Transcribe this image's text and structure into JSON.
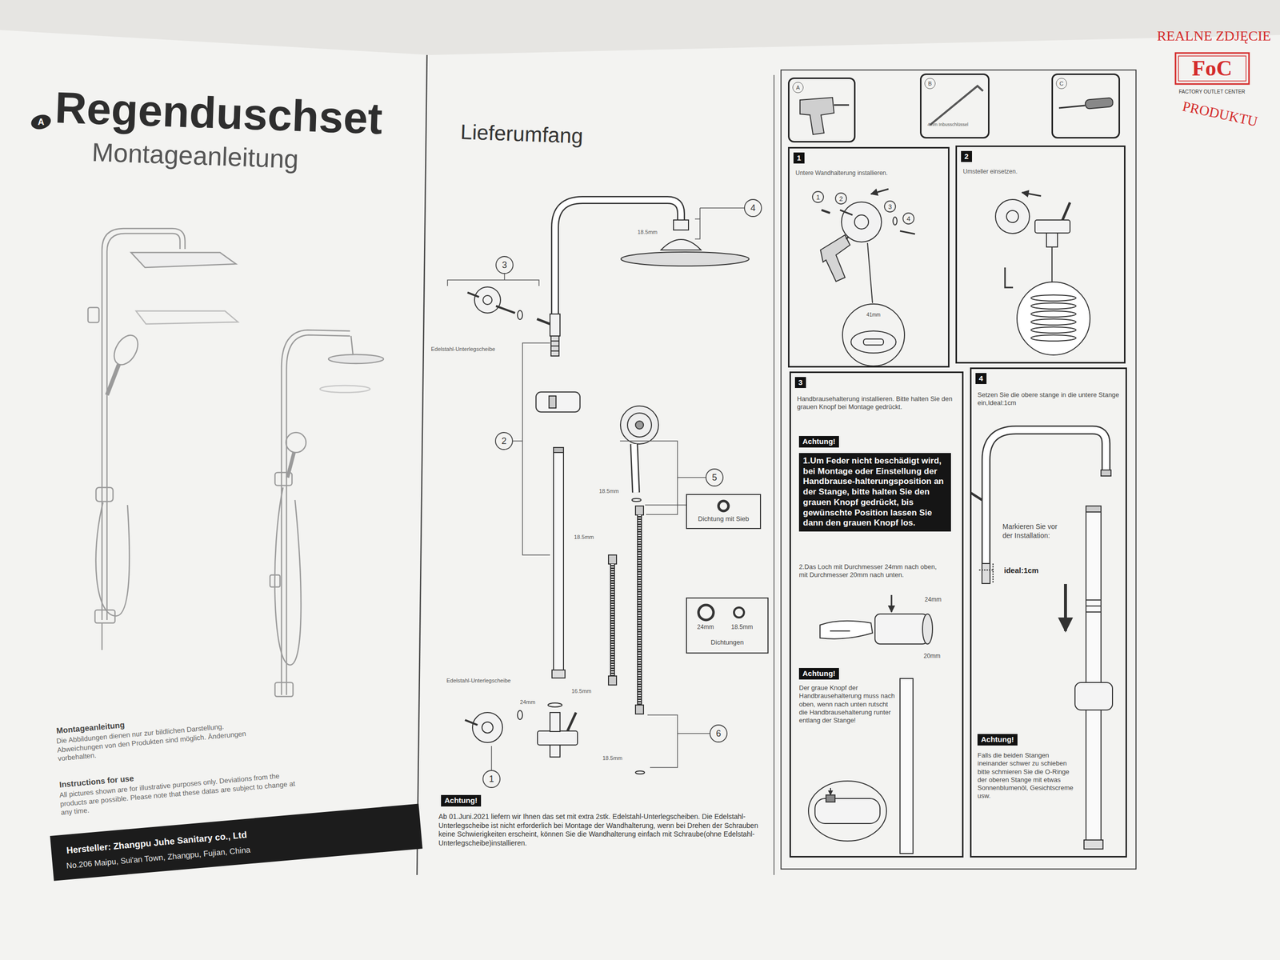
{
  "diagram": {
    "title": "Regenduschset",
    "nodes": [
      {
        "text": [
          "Dichtung mit Sieb"
        ]
      },
      {
        "text": [
          "24mm",
          "18.5mm",
          "Dichtungen"
        ]
      },
      {
        "text": [
          "Achtung!"
        ]
      },
      {
        "text": [
          "A"
        ]
      },
      {
        "text": [
          "B",
          "4mm Inbusschlüssel"
        ]
      },
      {
        "text": [
          "C"
        ]
      },
      {
        "text": [
          "1",
          "Untere Wandhalterung installieren."
        ]
      },
      {
        "text": [
          "2",
          "Umsteller einsetzen."
        ]
      },
      {
        "text": [
          "3",
          "Handbrausehalterung installieren. Bitte halten Sie den grauen Knopf bei Montage gedrückt.",
          "2.Das Loch mit Durchmesser 24mm nach oben, mit Durchmesser 20mm nach unten.",
          "Der graue Knopf der Handbrausehalterung muss nach oben, wenn nach unten rutscht die Handbrausehalterung runter entlang der Stange!"
        ]
      },
      {
        "text": [
          "Achtung!"
        ],
        "in": 8
      },
      {
        "text": [
          "1.Um Feder nicht beschädigt wird, bei Montage oder Einstellung der Handbrause-halterungsposition an der Stange, bitte halten Sie den grauen Knopf gedrückt, bis gewünschte Position lassen Sie dann den grauen Knopf los."
        ],
        "in": 8
      },
      {
        "text": [
          "Achtung!"
        ],
        "in": 8
      },
      {
        "text": [
          "4",
          "Setzen Sie die obere stange in die untere Stange ein,Ideal:1cm",
          "Falls die beiden Stangen ineinander schwer zu schieben bitte schmieren Sie die O-Ringe der oberen Stange mit etwas Sonnenblumenöl, Gesichtscreme usw."
        ]
      },
      {
        "text": [
          "Achtung!"
        ],
        "in": 12
      }
    ],
    "labels": [
      "A",
      "Montageanleitung",
      "Montageanleitung",
      "Die Abbildungen dienen nur zur bildlichen Darstellung. Abweichungen von den Produkten sind möglich. Änderungen vorbehalten.",
      "Instructions for use",
      "All pictures shown are for illustrative purposes only. Deviations from the products are possible. Please note that these datas are subject to change at any time.",
      "Hersteller: Zhangpu Juhe Sanitary co., Ltd",
      "No.206 Maipu, Sui'an Town, Zhangpu, Fujian, China",
      "Lieferumfang",
      "4",
      "18.5mm",
      "3",
      "Edelstahl-Unterlegscheibe",
      "2",
      "5",
      "18.5mm",
      "18.5mm",
      "Edelstahl-Unterlegscheibe",
      "24mm",
      "16.5mm",
      "6",
      "18.5mm",
      "1",
      "Ab 01.Juni.2021 liefern wir Ihnen das set mit extra 2stk. Edelstahl-Unterlegscheiben. Die Edelstahl-Unterlegscheibe ist nicht erforderlich bei Montage der Wandhalterung, wenn bei Drehen der Schrauben keine Schwierigkeiten erscheint, können Sie die Wandhalterung einfach mit Schraube(ohne Edelstahl-Unterlegscheibe)installieren.",
      "1",
      "2",
      "3",
      "4",
      "41mm",
      "24mm",
      "20mm",
      "Markieren Sie vor der Installation:",
      "ideal:1cm",
      "REALNE ZDJĘCIE",
      "FoC",
      "FACTORY OUTLET CENTER",
      "PRODUKTU"
    ]
  }
}
